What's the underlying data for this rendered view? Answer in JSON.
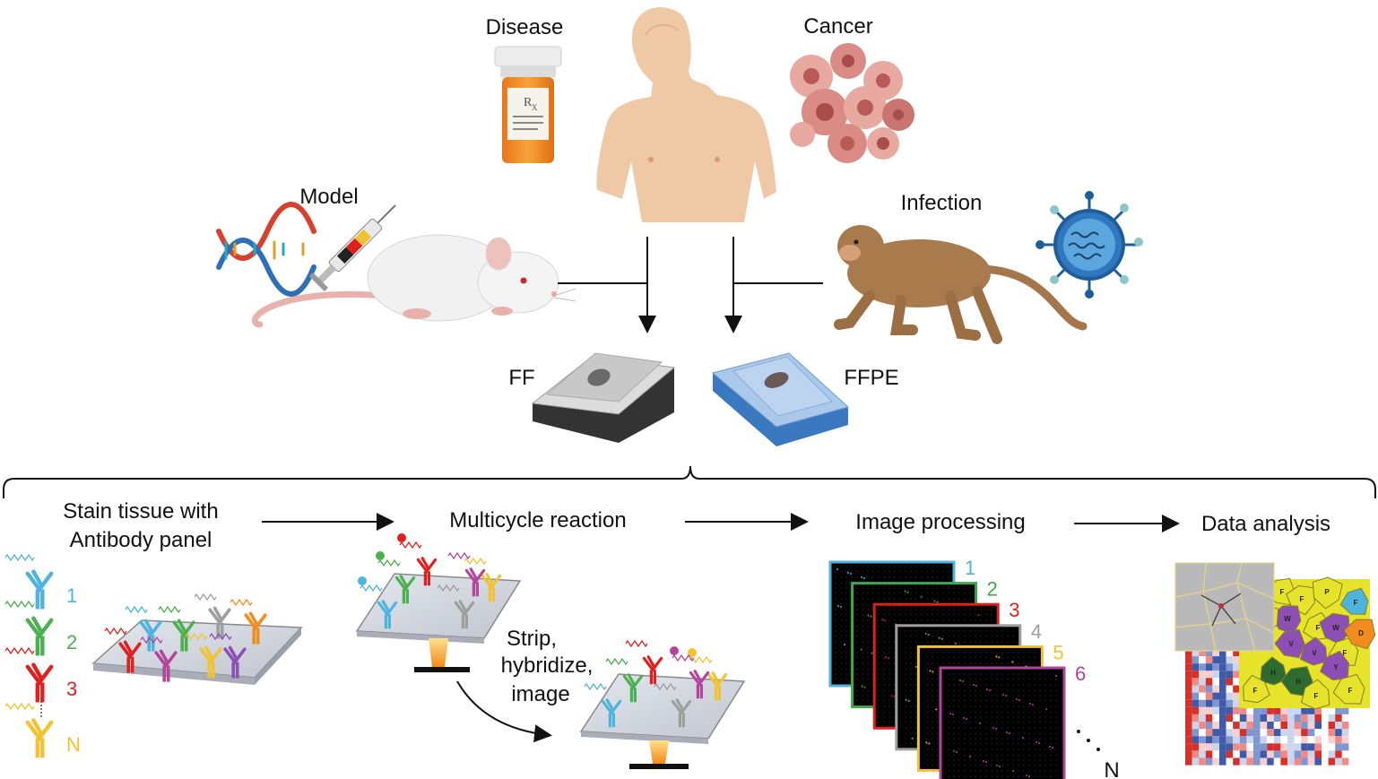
{
  "top": {
    "disease_label": "Disease",
    "cancer_label": "Cancer",
    "model_label": "Model",
    "infection_label": "Infection",
    "prescription_mark": "R",
    "prescription_sub": "X"
  },
  "samples": {
    "ff_label": "FF",
    "ffpe_label": "FFPE"
  },
  "workflow": {
    "step1_line1": "Stain tissue with",
    "step1_line2": "Antibody panel",
    "step2": "Multicycle reaction",
    "step3": "Image processing",
    "step4": "Data analysis",
    "strip_line1": "Strip,",
    "strip_line2": "hybridize,",
    "strip_line3": "image"
  },
  "antibody_panel": [
    {
      "label": "1",
      "color": "#4fb3df"
    },
    {
      "label": "2",
      "color": "#4caf50"
    },
    {
      "label": "3",
      "color": "#e02020"
    },
    {
      "label": "N",
      "color": "#f2c230"
    }
  ],
  "image_stack": [
    {
      "label": "1",
      "color": "#4fb3df"
    },
    {
      "label": "2",
      "color": "#3daa4a"
    },
    {
      "label": "3",
      "color": "#e02020"
    },
    {
      "label": "4",
      "color": "#9e9e9e"
    },
    {
      "label": "5",
      "color": "#f2c230"
    },
    {
      "label": "6",
      "color": "#b5459b"
    }
  ],
  "stack_end_label": "N",
  "voronoi_letters": [
    "F",
    "F",
    "P",
    "F",
    "W",
    "F",
    "F",
    "V",
    "W",
    "V",
    "F",
    "D",
    "H",
    "Y",
    "H",
    "F",
    "F",
    "F"
  ],
  "colors": {
    "ff_base": "#333333",
    "ffpe_base": "#3a78bf",
    "skin": "#efc9a6",
    "pill_orange": "#f28c1e"
  }
}
